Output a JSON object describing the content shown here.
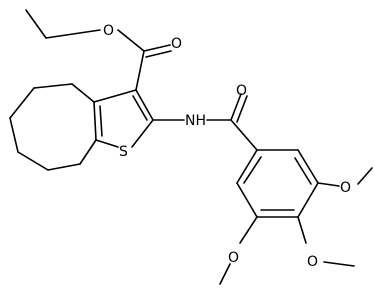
{
  "molecule": {
    "atoms": {
      "ester_carbonyl_O": "O",
      "ester_ether_O": "O",
      "thiophene_S": "S",
      "amide_NH": "NH",
      "amide_O": "O",
      "methoxy_O_1": "O",
      "methoxy_O_2": "O",
      "methoxy_O_3": "O"
    }
  }
}
